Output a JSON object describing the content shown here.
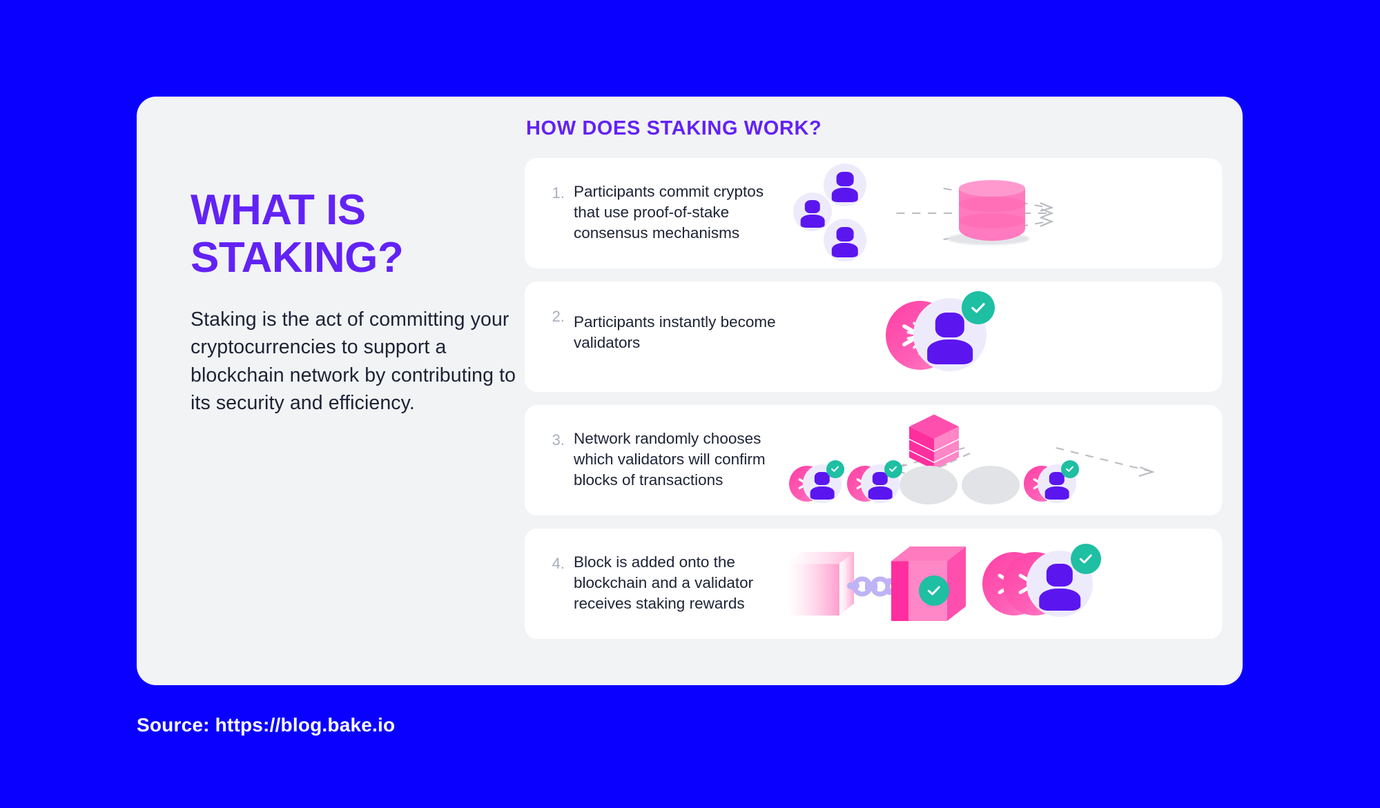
{
  "background_color": "#0A00FF",
  "panel_color": "#F2F3F5",
  "accent_purple": "#6322F5",
  "accent_pink": "#FF3FA4",
  "accent_teal": "#1EBFA3",
  "left": {
    "title_line_1": "WHAT IS",
    "title_line_2": "STAKING?",
    "description": "Staking is the act of committing your cryptocurrencies to support a blockchain network by contributing to its security and efficiency."
  },
  "right": {
    "section_heading": "HOW DOES STAKING WORK?",
    "steps": [
      {
        "number": "1.",
        "text": "Participants commit cryptos that use proof-of-stake consensus mechanisms",
        "illustration": "participants-to-database"
      },
      {
        "number": "2.",
        "text": "Participants instantly become validators",
        "illustration": "validator-coin-check"
      },
      {
        "number": "3.",
        "text": "Network randomly chooses which validators will confirm blocks of transactions",
        "illustration": "block-selects-validators"
      },
      {
        "number": "4.",
        "text": "Block is added onto the blockchain and a validator receives staking rewards",
        "illustration": "block-chained-and-reward"
      }
    ]
  },
  "footer": {
    "source": "Source: https://blog.bake.io"
  }
}
